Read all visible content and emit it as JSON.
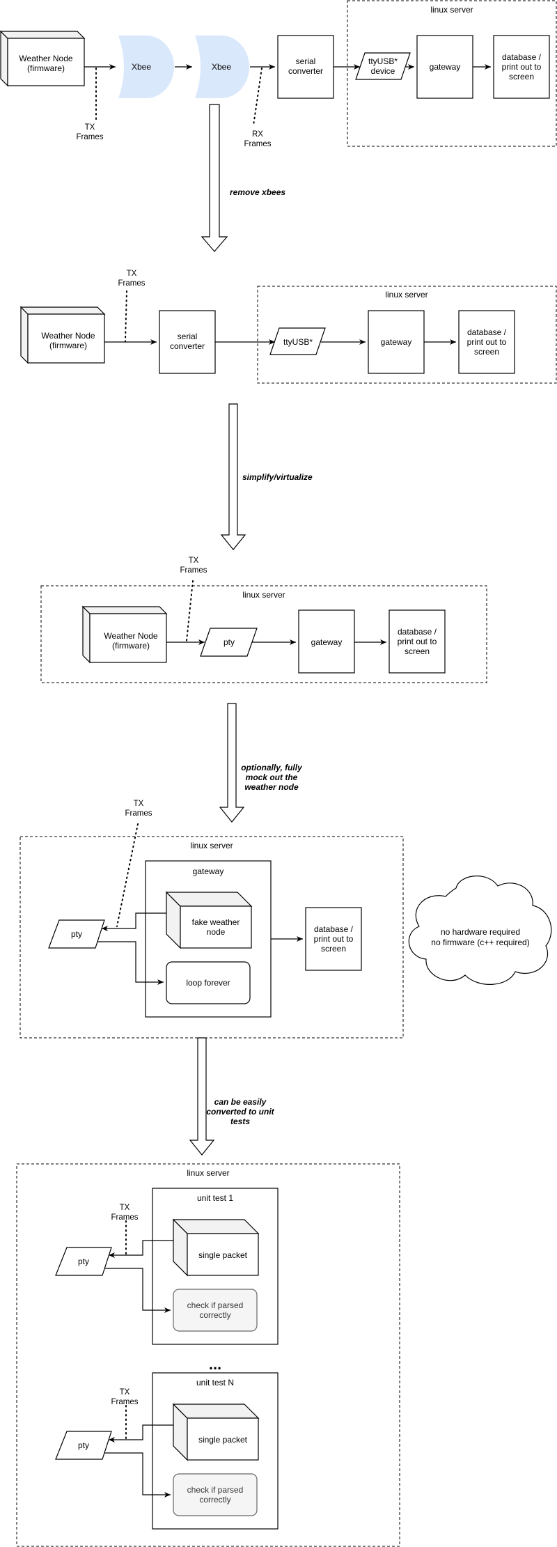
{
  "stage1": {
    "node": [
      "Weather Node",
      "(firmware)"
    ],
    "xbee1": "Xbee",
    "xbee2": "Xbee",
    "serial": [
      "serial",
      "converter"
    ],
    "server": "linux server",
    "tty": [
      "ttyUSB*",
      "device"
    ],
    "gateway": "gateway",
    "db": [
      "database /",
      "print out to",
      "screen"
    ],
    "tx": [
      "TX",
      "Frames"
    ],
    "rx": [
      "RX",
      "Frames"
    ]
  },
  "transition1": "remove xbees",
  "stage2": {
    "tx": [
      "TX",
      "Frames"
    ],
    "server": "linux server",
    "node": [
      "Weather Node",
      "(firmware)"
    ],
    "serial": [
      "serial",
      "converter"
    ],
    "tty": "ttyUSB*",
    "gateway": "gateway",
    "db": [
      "database /",
      "print out to",
      "screen"
    ]
  },
  "transition2": "simplify/virtualize",
  "stage3": {
    "tx": [
      "TX",
      "Frames"
    ],
    "server": "linux server",
    "node": [
      "Weather Node",
      "(firmware)"
    ],
    "pty": "pty",
    "gateway": "gateway",
    "db": [
      "database /",
      "print out to",
      "screen"
    ]
  },
  "transition3": [
    "optionally, fully",
    "mock out the",
    "weather node"
  ],
  "stage4": {
    "tx": [
      "TX",
      "Frames"
    ],
    "server": "linux server",
    "gateway": "gateway",
    "fake": [
      "fake weather",
      "node"
    ],
    "loop": "loop forever",
    "pty": "pty",
    "db": [
      "database /",
      "print out to",
      "screen"
    ],
    "cloud": [
      "no hardware required",
      "no firmware (c++ required)"
    ]
  },
  "transition4": [
    "can be easily",
    "converted to unit",
    "tests"
  ],
  "stage5": {
    "server": "linux server",
    "test1": "unit test 1",
    "testN": "unit test N",
    "tx": [
      "TX",
      "Frames"
    ],
    "pty": "pty",
    "packet": "single packet",
    "check": [
      "check if parsed",
      "correctly"
    ],
    "ellipsis": "..."
  }
}
